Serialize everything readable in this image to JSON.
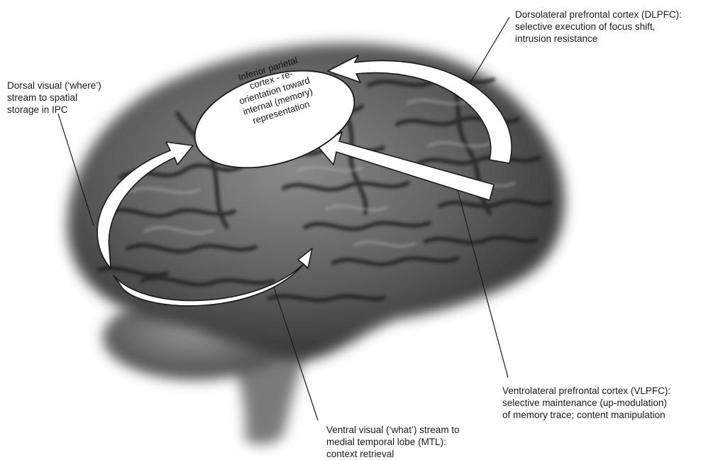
{
  "labels": {
    "dlpfc": [
      "Dorsolateral prefrontal cortex (DLPFC):",
      "selective execution of focus shift,",
      "intrusion resistance"
    ],
    "dorsal": [
      "Dorsal visual (‘where’)",
      "stream to  spatial",
      "storage in IPC"
    ],
    "vlpfc": [
      "Ventrolateral prefrontal cortex (VLPFC):",
      "selective maintenance (up-modulation)",
      "of memory trace; content manipulation"
    ],
    "ventral": [
      "Ventral visual (‘what’) stream to",
      "medial temporal lobe (MTL):",
      "context retrieval"
    ]
  },
  "ipc_node": [
    "Inferior parietal",
    "cortex  - re-",
    "orientation toward",
    "internal (memory)",
    "representation"
  ]
}
